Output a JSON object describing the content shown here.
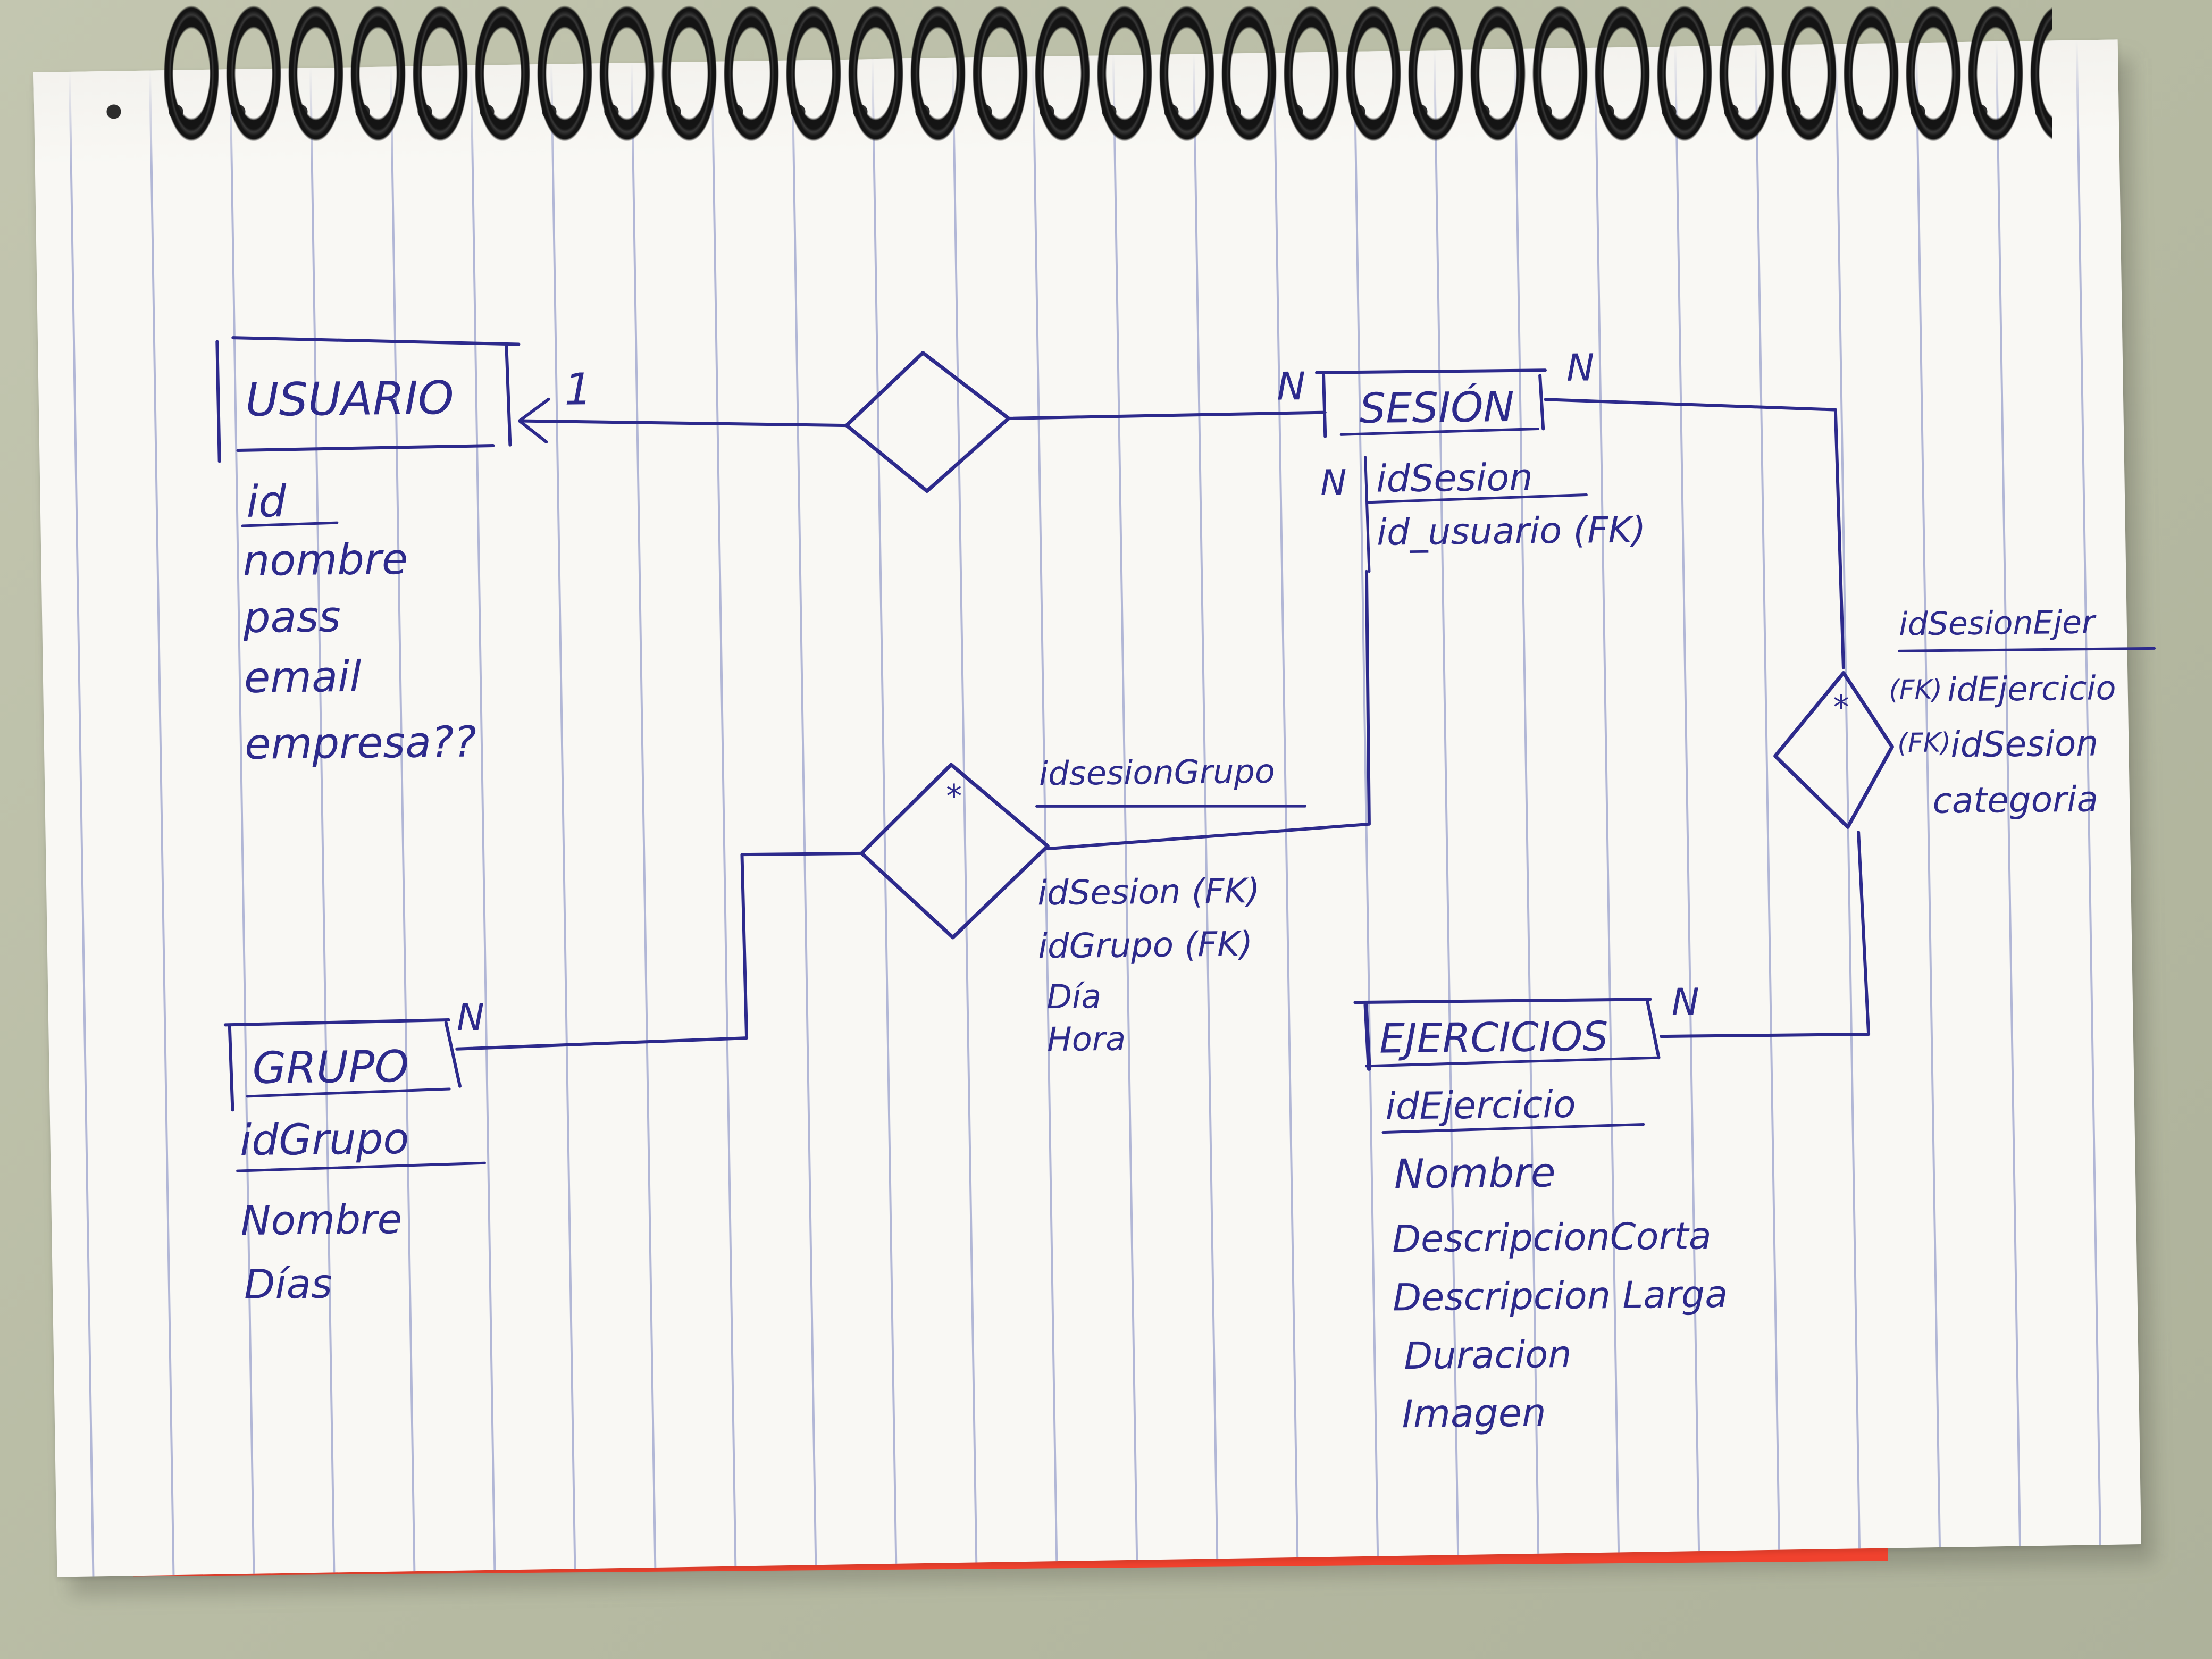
{
  "entities": {
    "usuario": {
      "name": "USUARIO",
      "key": "id",
      "attributes": [
        "nombre",
        "pass",
        "email",
        "empresa??"
      ]
    },
    "sesion": {
      "name": "SESIÓN",
      "key": "idSesion",
      "attributes": [
        "id_usuario (FK)"
      ]
    },
    "grupo": {
      "name": "GRUPO",
      "key": "idGrupo",
      "attributes": [
        "Nombre",
        "Días"
      ]
    },
    "ejercicios": {
      "name": "EJERCICIOS",
      "key": "idEjercicio",
      "attributes": [
        "Nombre",
        "DescripcionCorta",
        "Descripcion Larga",
        "Duracion",
        "Imagen"
      ]
    }
  },
  "relations": {
    "usuario_sesion": {
      "card_usuario": "1",
      "card_sesion": "N"
    },
    "sesion_grupo": {
      "marker": "*",
      "key": "idsesionGrupo",
      "attributes": [
        "idSesion (FK)",
        "idGrupo (FK)",
        "Día",
        "Hora"
      ],
      "card_sesion": "N",
      "card_grupo": "N"
    },
    "sesion_ejercicio": {
      "marker": "*",
      "key": "idSesionEjer",
      "fk_markers": [
        "(FK)",
        "(FK)"
      ],
      "attributes": [
        "idEjercicio",
        "idSesion",
        "categoria"
      ],
      "card_sesion": "N",
      "card_ejercicios": "N"
    }
  },
  "colors": {
    "ink": "#2d2a8c",
    "paper": "#f9f8f4",
    "rule_lines": "#7882be",
    "edge": "#f0422e",
    "spiral": "#141414"
  }
}
